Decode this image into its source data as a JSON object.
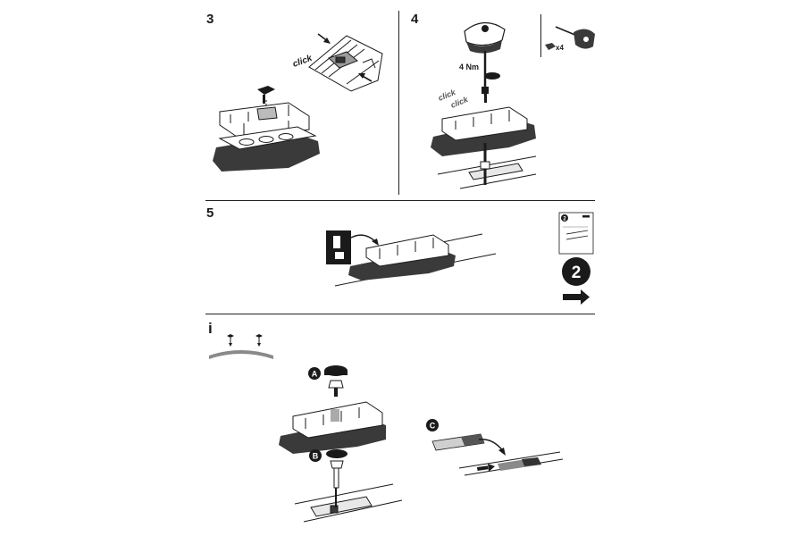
{
  "steps": {
    "step3": {
      "number": "3",
      "click_label": "click"
    },
    "step4": {
      "number": "4",
      "torque_label": "4 Nm",
      "click_label": "click",
      "quantity_label": "x4"
    },
    "step5": {
      "number": "5",
      "next_manual_badge": "2",
      "next_page_number": "2",
      "arrow_icon": "right-arrow-icon"
    },
    "info": {
      "symbol": "i",
      "callout_a": "A",
      "callout_b": "B",
      "callout_c": "C"
    }
  },
  "colors": {
    "ink": "#1a1a1a",
    "mid_gray": "#8a8a8a",
    "light_gray": "#cfcfcf",
    "paper": "#ffffff"
  }
}
